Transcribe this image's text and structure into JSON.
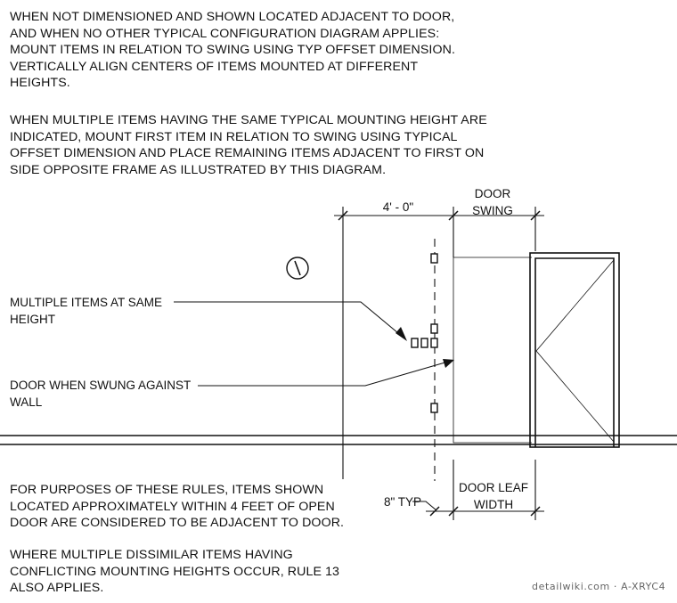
{
  "notes": {
    "note_1": "WHEN NOT DIMENSIONED AND SHOWN LOCATED ADJACENT TO DOOR,\nAND WHEN NO OTHER TYPICAL CONFIGURATION DIAGRAM APPLIES:\nMOUNT ITEMS IN RELATION TO SWING USING TYP OFFSET DIMENSION.\nVERTICALLY ALIGN CENTERS OF ITEMS MOUNTED AT DIFFERENT\nHEIGHTS.",
    "note_2": "WHEN MULTIPLE ITEMS HAVING THE SAME TYPICAL MOUNTING HEIGHT ARE\nINDICATED, MOUNT FIRST ITEM IN RELATION TO SWING USING TYPICAL\nOFFSET DIMENSION AND PLACE REMAINING ITEMS ADJACENT TO FIRST ON\nSIDE OPPOSITE FRAME AS ILLUSTRATED BY THIS DIAGRAM.",
    "note_3": "FOR PURPOSES OF THESE RULES, ITEMS SHOWN\nLOCATED APPROXIMATELY WITHIN 4 FEET OF OPEN\nDOOR ARE CONSIDERED TO BE ADJACENT TO DOOR.",
    "note_4": "WHERE MULTIPLE DISSIMILAR ITEMS HAVING\nCONFLICTING MOUNTING HEIGHTS OCCUR, RULE 13\nALSO APPLIES."
  },
  "diagram": {
    "callout_multiple_items": [
      "MULTIPLE ITEMS AT SAME",
      "HEIGHT"
    ],
    "callout_door_swung": [
      "DOOR WHEN SWUNG AGAINST",
      "WALL"
    ],
    "dim_four_feet": "4' - 0\"",
    "door_swing_label": [
      "DOOR",
      "SWING"
    ],
    "door_leaf_width_label": [
      "DOOR LEAF",
      "WIDTH"
    ],
    "typ_offset_label": "8\" TYP"
  },
  "footer": {
    "watermark": "detailwiki.com · A-XRYC4"
  }
}
